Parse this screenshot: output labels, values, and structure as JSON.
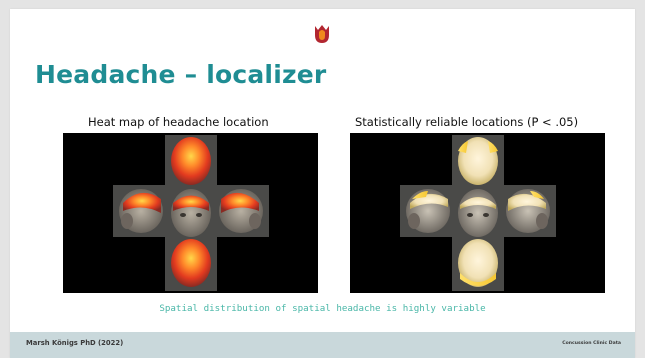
{
  "slide": {
    "title": "Headache – localizer",
    "left_caption": "Heat map of headache location",
    "right_caption": "Statistically reliable locations (P < .05)",
    "note": "Spatial distribution of spatial headache is highly variable"
  },
  "footer": {
    "author": "Marsh Königs PhD (2022)",
    "source": "Concussion Clinic Data"
  },
  "colors": {
    "title": "#1f8d93",
    "note": "#4ab7a8",
    "footer_bg": "#c9d8db",
    "logo_red": "#b22630",
    "logo_orange": "#f08a1c"
  },
  "icons": {
    "logo": "tulip-logo-icon"
  },
  "figures": [
    {
      "name": "heatmap-figure",
      "views": [
        "top",
        "left",
        "front",
        "right",
        "back"
      ],
      "style": "red-heat"
    },
    {
      "name": "reliable-locations-figure",
      "views": [
        "top",
        "left",
        "front",
        "right",
        "back"
      ],
      "style": "yellow-highlight"
    }
  ]
}
